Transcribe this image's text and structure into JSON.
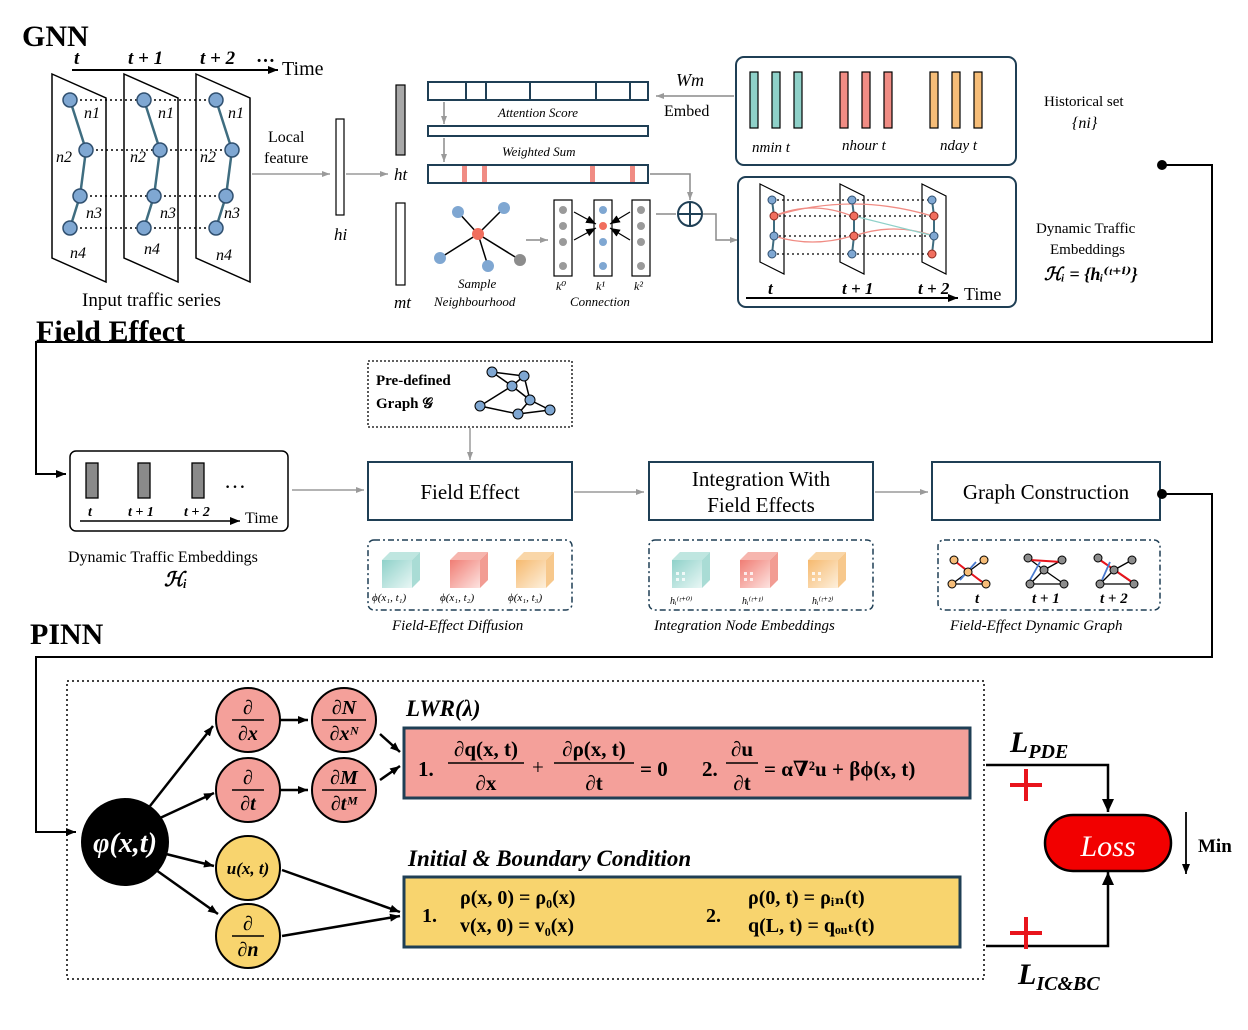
{
  "sections": {
    "gnn": "GNN",
    "field_effect": "Field Effect",
    "pinn": "PINN"
  },
  "gnn": {
    "time_labels": [
      "t",
      "t + 1",
      "t + 2"
    ],
    "time_ellipsis": "…",
    "time_axis_label": "Time",
    "nodes": [
      "n1",
      "n2",
      "n3",
      "n4"
    ],
    "input_caption": "Input traffic series",
    "local_feature": [
      "Local",
      "feature"
    ],
    "h_i": "hi",
    "h_t": "ht",
    "m_t": "mt",
    "attention_score": "Attention Score",
    "weighted_sum": "Weighted Sum",
    "sample_neighbourhood": [
      "Sample",
      "Neighbourhood"
    ],
    "connection": "Connection",
    "k_labels": [
      "k⁰",
      "k¹",
      "k²"
    ],
    "w_m": "Wm",
    "embed": "Embed",
    "hist_labels": [
      "nmin t",
      "nhour t",
      "nday t"
    ],
    "historical_set": [
      "Historical set",
      "{ni}"
    ],
    "dyn_time_labels": [
      "t",
      "t + 1",
      "t + 2"
    ],
    "dyn_time_axis": "Time",
    "dynamic_embeddings": [
      "Dynamic Traffic",
      "Embeddings",
      "ℋᵢ = {hᵢ⁽ᵗ⁺ⁱ⁾}"
    ]
  },
  "field": {
    "dte_time_labels": [
      "t",
      "t + 1",
      "t + 2"
    ],
    "dte_ellipsis": "…",
    "dte_time_axis": "Time",
    "dte_caption": "Dynamic Traffic Embeddings",
    "dte_symbol": "ℋᵢ",
    "predefined": [
      "Pre-defined",
      "Graph 𝒢"
    ],
    "box_field_effect": "Field Effect",
    "box_integration": [
      "Integration With",
      "Field Effects"
    ],
    "box_graph": "Graph Construction",
    "phi_labels": [
      "ϕ(x₁, t₁)",
      "ϕ(x₁, t₂)",
      "ϕ(x₁, t₃)"
    ],
    "diffusion_caption": "Field-Effect Diffusion",
    "h_labels": [
      "hᵢ⁽ᵗ⁺⁰⁾",
      "hᵢ⁽ᵗ⁺¹⁾",
      "hᵢ⁽ᵗ⁺²⁾"
    ],
    "integration_caption": "Integration Node Embeddings",
    "graph_time_labels": [
      "t",
      "t + 1",
      "t + 2"
    ],
    "graph_caption": "Field-Effect Dynamic Graph"
  },
  "pinn": {
    "phi": "φ(x,t)",
    "d_dx": [
      "∂",
      "∂x"
    ],
    "d_dt": [
      "∂",
      "∂t"
    ],
    "dN": [
      "∂N",
      "∂xᴺ"
    ],
    "dM": [
      "∂M",
      "∂tᴹ"
    ],
    "u": "u(x, t)",
    "d_dn": [
      "∂",
      "∂n"
    ],
    "lwr_title": "LWR(λ)",
    "eq1_num": "1.",
    "eq1_frac1": [
      "∂q(x, t)",
      "∂x"
    ],
    "plus": "+",
    "eq1_frac2": [
      "∂ρ(x, t)",
      "∂t"
    ],
    "eq1_rhs": "= 0",
    "eq2_num": "2.",
    "eq2_frac": [
      "∂u",
      "∂t"
    ],
    "eq2_rhs": "= α∇²u + βϕ(x, t)",
    "ibc_title": "Initial & Boundary Condition",
    "ibc_num1": "1.",
    "ibc_eq1": [
      "ρ(x, 0) = ρ₀(x)",
      "v(x, 0) = v₀(x)"
    ],
    "ibc_num2": "2.",
    "ibc_eq2": [
      "ρ(0, t) = ρᵢₙ(t)",
      "q(L, t) = qₒᵤₜ(t)"
    ],
    "l_pde": [
      "L",
      "PDE"
    ],
    "l_icbc": [
      "L",
      "IC&BC"
    ],
    "loss": "Loss",
    "min": "Min"
  },
  "colors": {
    "teal": "#8fd1c9",
    "red": "#f08c84",
    "orange": "#f6bd78",
    "node_blue": "#7fa7d2",
    "node_red": "#f16e5e",
    "pink_box": "#f4a09a",
    "yellow_box": "#f8d46e",
    "loss_red": "#f20000",
    "plus_red": "#e8141c",
    "slate": "#5a6b7c"
  }
}
